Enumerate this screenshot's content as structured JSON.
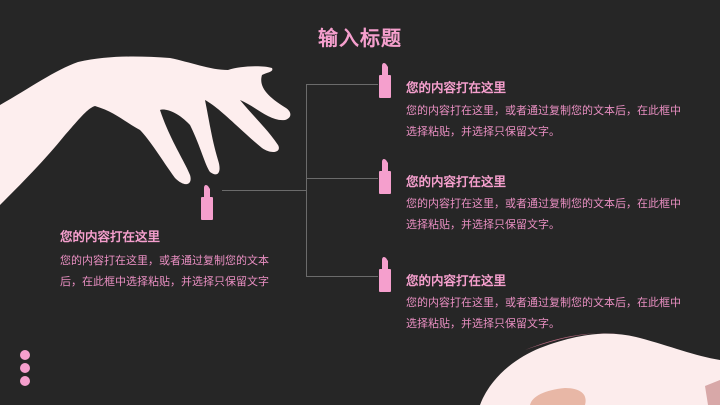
{
  "slide": {
    "title": "输入标题",
    "accent_color": "#f59fcd",
    "background_color": "#262626"
  },
  "left_item": {
    "heading": "您的内容打在这里",
    "body": "您的内容打在这里，或者通过复制您的文本后，在此框中选择粘贴，并选择只保留文字"
  },
  "right_items": [
    {
      "heading": "您的内容打在这里",
      "body": "您的内容打在这里，或者通过复制您的文本后，在此框中选择粘贴，并选择只保留文字。"
    },
    {
      "heading": "您的内容打在这里",
      "body": "您的内容打在这里，或者通过复制您的文本后，在此框中选择粘贴，并选择只保留文字。"
    },
    {
      "heading": "您的内容打在这里",
      "body": "您的内容打在这里，或者通过复制您的文本后，在此框中选择粘贴，并选择只保留文字。"
    }
  ],
  "icons": {
    "lipstick": "lipstick-icon",
    "hand": "hand-illustration",
    "dots": "dots-decoration"
  }
}
